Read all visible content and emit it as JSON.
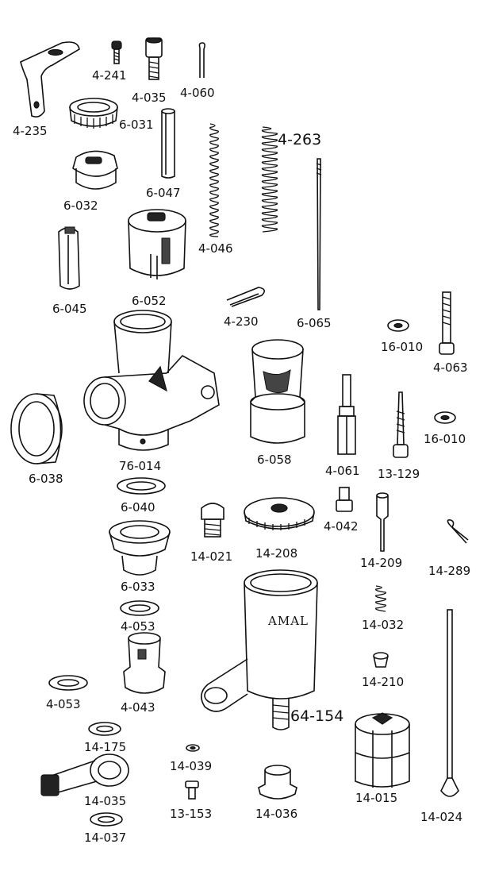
{
  "diagram": {
    "brand_text": "AMAL",
    "colors": {
      "ink": "#111111",
      "paper": "#ffffff"
    },
    "labels": {
      "p4_235": "4-235",
      "p4_241": "4-241",
      "p4_035": "4-035",
      "p4_060": "4-060",
      "p6_031": "6-031",
      "p6_032": "6-032",
      "p6_047": "6-047",
      "p4_046": "4-046",
      "p4_263": "4-263",
      "p6_045": "6-045",
      "p6_052": "6-052",
      "p4_230": "4-230",
      "p6_065": "6-065",
      "p16_010a": "16-010",
      "p4_063": "4-063",
      "p76_014": "76-014",
      "p6_038": "6-038",
      "p6_058": "6-058",
      "p4_061": "4-061",
      "p13_129": "13-129",
      "p16_010b": "16-010",
      "p6_040": "6-040",
      "p4_042": "4-042",
      "p14_021": "14-021",
      "p14_208": "14-208",
      "p14_209": "14-209",
      "p14_289": "14-289",
      "p6_033": "6-033",
      "p4_053a": "4-053",
      "p14_032": "14-032",
      "p14_210": "14-210",
      "p4_053b": "4-053",
      "p4_043": "4-043",
      "p64_154": "64-154",
      "p14_175": "14-175",
      "p14_039": "14-039",
      "p14_015": "14-015",
      "p14_035": "14-035",
      "p13_153": "13-153",
      "p14_036": "14-036",
      "p14_024": "14-024",
      "p14_037": "14-037"
    }
  }
}
